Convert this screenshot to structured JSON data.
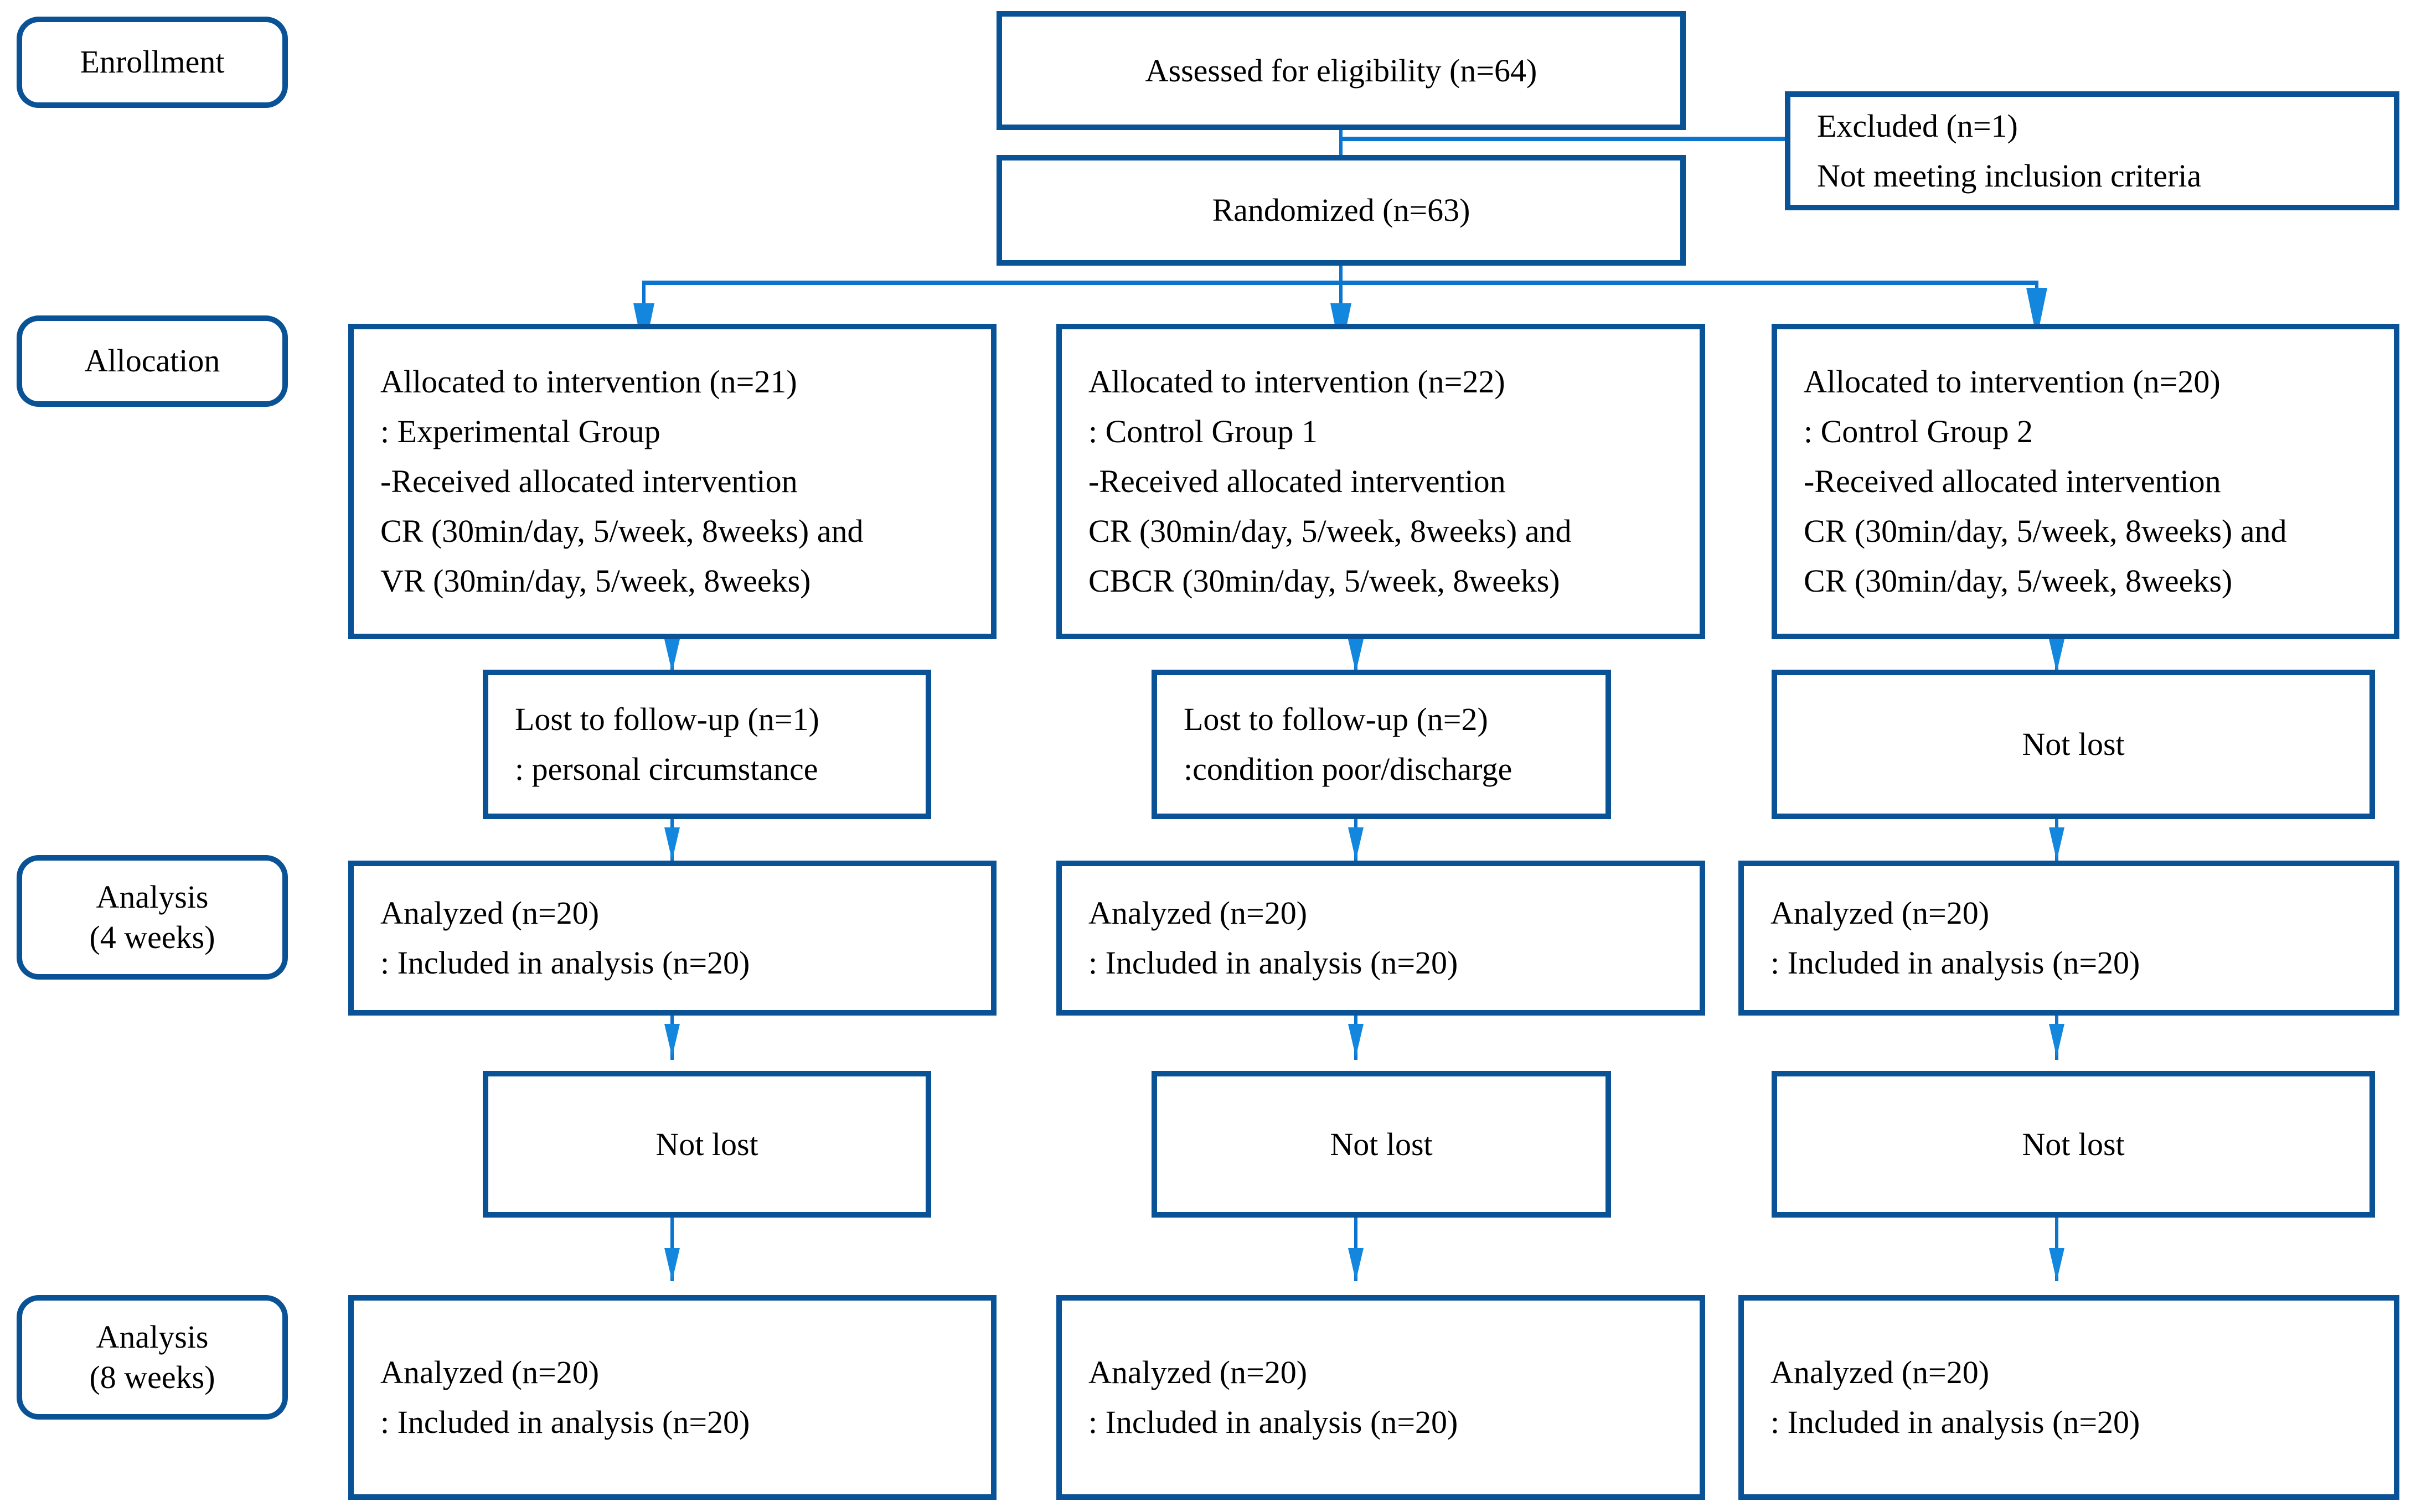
{
  "diagram": {
    "title": "CONSORT participant flow diagram",
    "colors": {
      "box_border": "#0a5296",
      "connector": "#0b74ce",
      "arrowhead": "#1387de",
      "text": "#000000",
      "background": "#ffffff"
    }
  },
  "stages": [
    {
      "id": "enrollment",
      "line1": "Enrollment",
      "line2": ""
    },
    {
      "id": "allocation",
      "line1": "Allocation",
      "line2": ""
    },
    {
      "id": "analysis-4w",
      "line1": "Analysis",
      "line2": "(4 weeks)"
    },
    {
      "id": "analysis-8w",
      "line1": "Analysis",
      "line2": "(8 weeks)"
    }
  ],
  "enrollment": {
    "assessed": {
      "line1": "Assessed for eligibility (n=64)"
    },
    "randomized": {
      "line1": "Randomized (n=63)"
    },
    "excluded": {
      "line1": "Excluded (n=1)",
      "line2": "Not meeting inclusion criteria"
    }
  },
  "allocation": {
    "group1": {
      "line1": "Allocated to intervention (n=21)",
      "line2": ": Experimental Group",
      "line3": "-Received allocated intervention",
      "line4": "CR (30min/day, 5/week, 8weeks) and",
      "line5": "VR (30min/day, 5/week, 8weeks)"
    },
    "group2": {
      "line1": "Allocated to intervention (n=22)",
      "line2": ": Control Group 1",
      "line3": "-Received allocated intervention",
      "line4": "CR (30min/day, 5/week, 8weeks) and",
      "line5": "CBCR (30min/day, 5/week, 8weeks)"
    },
    "group3": {
      "line1": "Allocated to intervention (n=20)",
      "line2": ": Control Group 2",
      "line3": "-Received allocated intervention",
      "line4": "CR (30min/day, 5/week, 8weeks) and",
      "line5": "CR (30min/day, 5/week, 8weeks)"
    }
  },
  "followup_4w": {
    "group1": {
      "line1": "Lost to follow-up (n=1)",
      "line2": ": personal circumstance"
    },
    "group2": {
      "line1": "Lost to follow-up (n=2)",
      "line2": ":condition poor/discharge"
    },
    "group3": {
      "line1": "Not lost",
      "line2": ""
    }
  },
  "analysis_4w": {
    "group1": {
      "line1": "Analyzed (n=20)",
      "line2": ": Included in analysis (n=20)"
    },
    "group2": {
      "line1": "Analyzed (n=20)",
      "line2": ": Included in analysis (n=20)"
    },
    "group3": {
      "line1": "Analyzed (n=20)",
      "line2": ": Included in analysis (n=20)"
    }
  },
  "followup_8w": {
    "group1": {
      "line1": "Not lost"
    },
    "group2": {
      "line1": "Not lost"
    },
    "group3": {
      "line1": "Not lost"
    }
  },
  "analysis_8w": {
    "group1": {
      "line1": "Analyzed (n=20)",
      "line2": ": Included in analysis (n=20)"
    },
    "group2": {
      "line1": "Analyzed (n=20)",
      "line2": ": Included in analysis (n=20)"
    },
    "group3": {
      "line1": "Analyzed (n=20)",
      "line2": ": Included in analysis (n=20)"
    }
  }
}
